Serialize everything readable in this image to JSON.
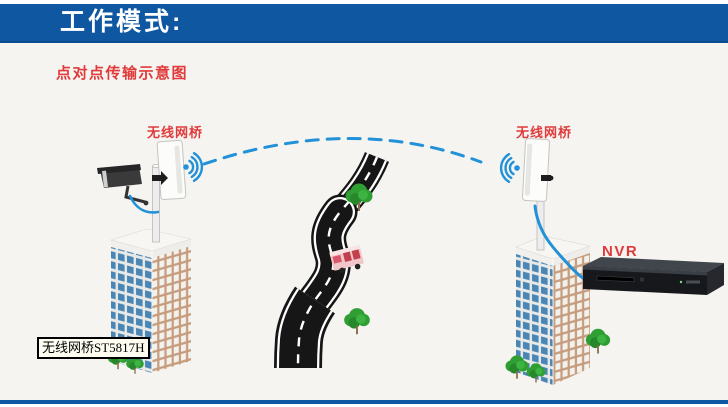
{
  "header": {
    "title": "工作模式:"
  },
  "subtitle": "点对点传输示意图",
  "left_site": {
    "bridge_label": "无线网桥",
    "model_tag": "无线网桥ST5817H"
  },
  "right_site": {
    "bridge_label": "无线网桥",
    "nvr_label": "NVR"
  },
  "colors": {
    "header_bar": "#0f57a0",
    "footer_bar": "#0f57a0",
    "label_red": "#e03a3a",
    "link_blue": "#2191d8",
    "background": "#f5f4f1",
    "road_black": "#161616",
    "tree_green": "#2f9e33",
    "building_window_blue": "#4a86b5",
    "building_wall_tan": "#c69c7e"
  }
}
